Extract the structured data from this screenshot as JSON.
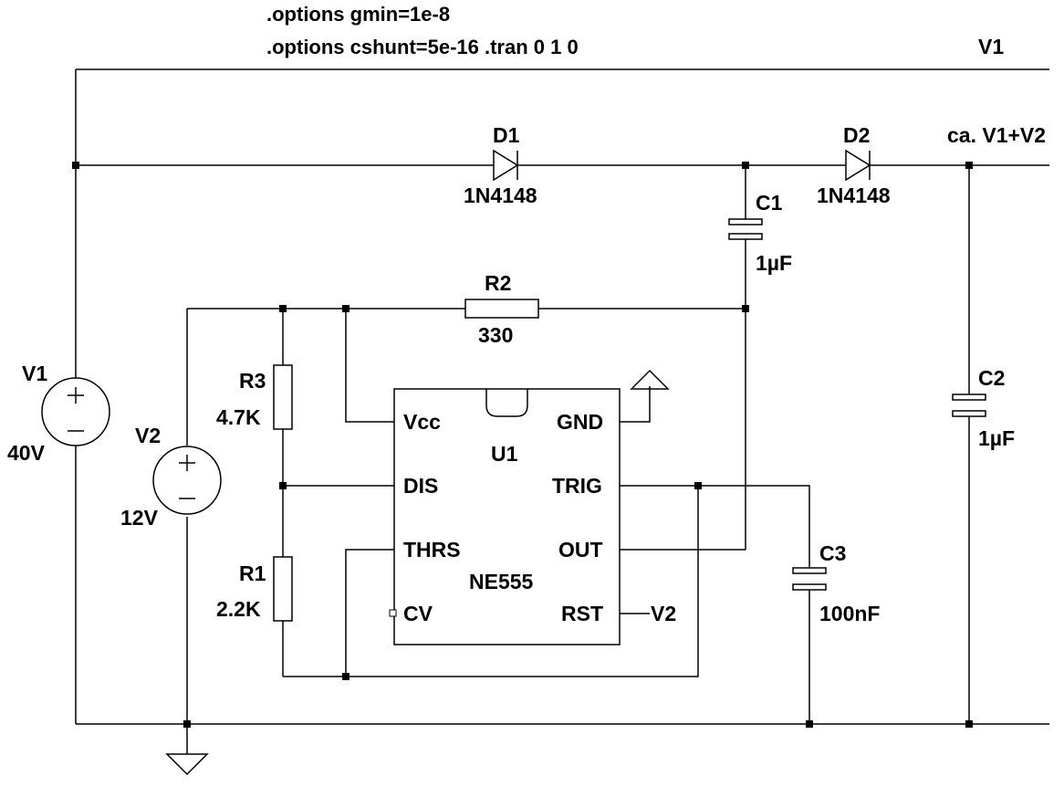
{
  "directives": {
    "line1": ".options gmin=1e-8",
    "line2": ".options cshunt=5e-16  .tran 0 1 0"
  },
  "nets": {
    "top_label": "V1",
    "out_label": "ca. V1+V2",
    "rst_label": "V2"
  },
  "components": {
    "d1": {
      "name": "D1",
      "value": "1N4148"
    },
    "d2": {
      "name": "D2",
      "value": "1N4148"
    },
    "c1": {
      "name": "C1",
      "value": "1µF"
    },
    "c2": {
      "name": "C2",
      "value": "1µF"
    },
    "c3": {
      "name": "C3",
      "value": "100nF"
    },
    "r1": {
      "name": "R1",
      "value": "2.2K"
    },
    "r2": {
      "name": "R2",
      "value": "330"
    },
    "r3": {
      "name": "R3",
      "value": "4.7K"
    },
    "v1": {
      "name": "V1",
      "value": "40V"
    },
    "v2": {
      "name": "V2",
      "value": "12V"
    },
    "u1": {
      "name": "U1",
      "value": "NE555"
    }
  },
  "u1_pins": {
    "vcc": "Vcc",
    "gnd": "GND",
    "dis": "DIS",
    "trig": "TRIG",
    "thrs": "THRS",
    "out": "OUT",
    "cv": "CV",
    "rst": "RST"
  },
  "colors": {
    "wire": "#000000",
    "background": "#ffffff"
  }
}
